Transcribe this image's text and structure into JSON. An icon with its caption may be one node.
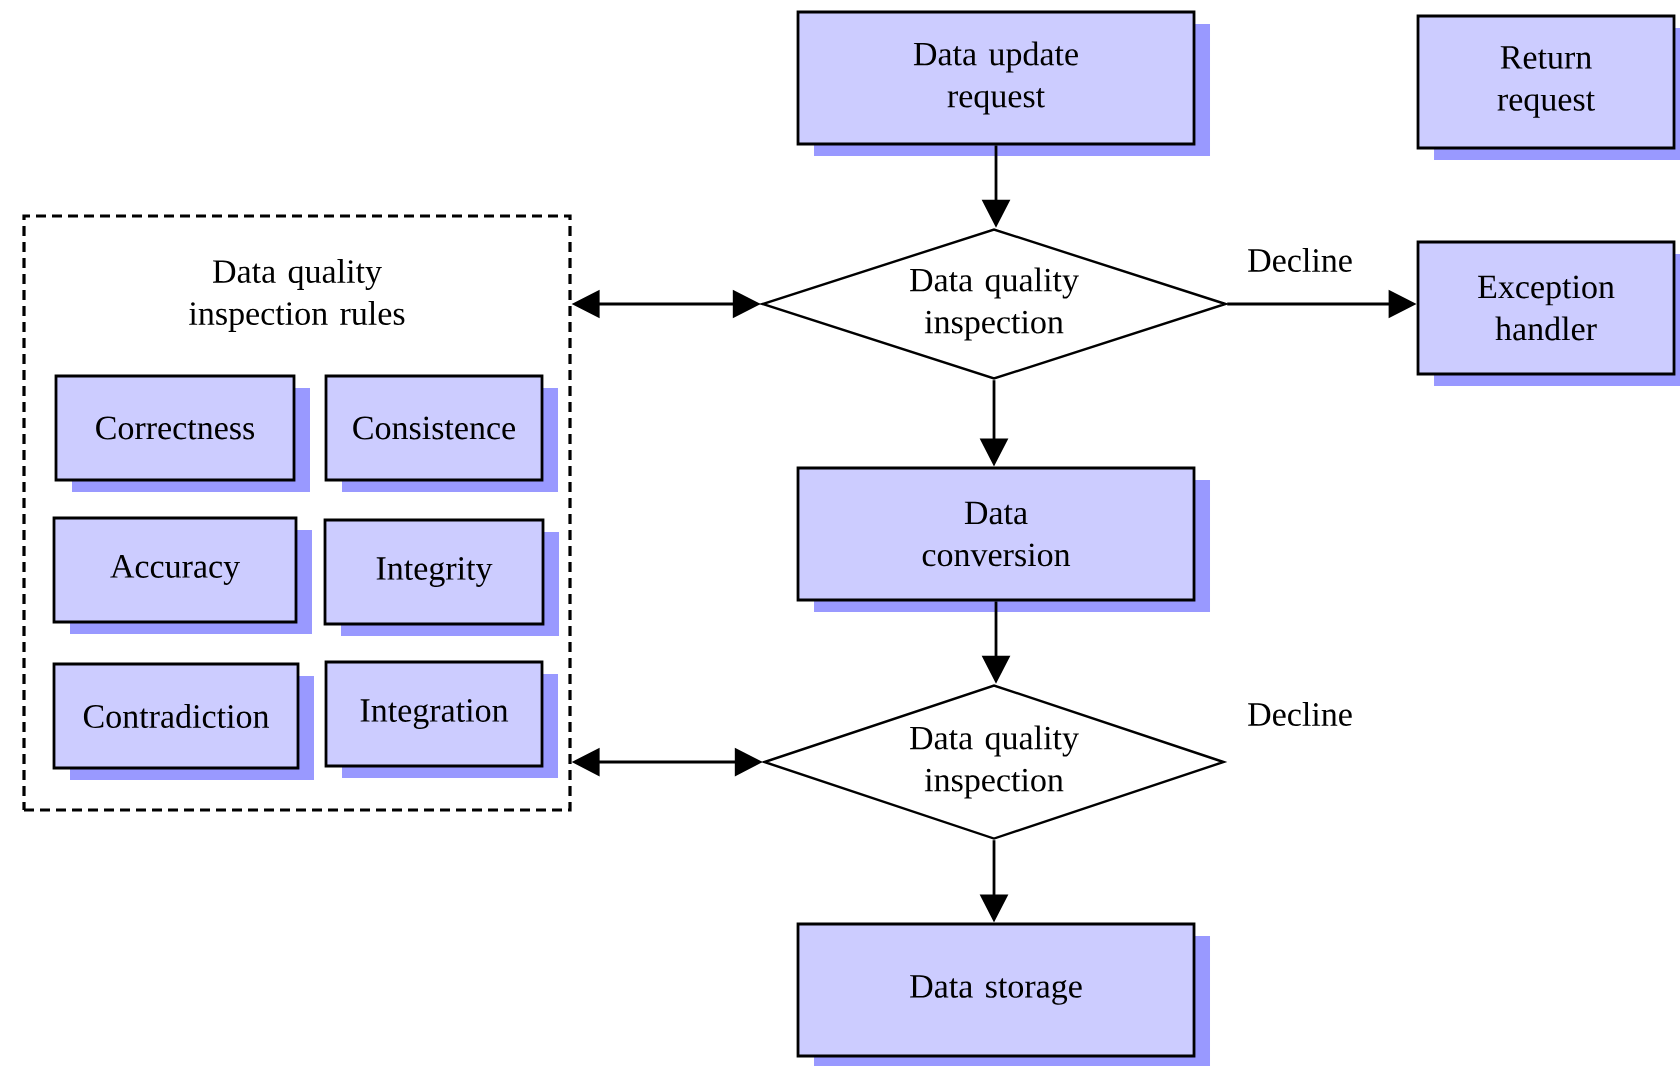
{
  "diagram": {
    "nodes": [
      {
        "text": [
          "Data quality inspection rules"
        ]
      },
      {
        "text": [
          "Correctness"
        ],
        "in": 0
      },
      {
        "text": [
          "Consistence"
        ],
        "in": 0
      },
      {
        "text": [
          "Accuracy"
        ],
        "in": 0
      },
      {
        "text": [
          "Integrity"
        ],
        "in": 0
      },
      {
        "text": [
          "Contradiction"
        ],
        "in": 0
      },
      {
        "text": [
          "Integration"
        ],
        "in": 0
      },
      {
        "text": [
          "Data update request"
        ]
      },
      {
        "text": [
          "Return request"
        ]
      },
      {
        "text": [
          "Data quality inspection"
        ]
      },
      {
        "text": [
          "Exception handler"
        ]
      },
      {
        "text": [
          "Data conversion"
        ]
      },
      {
        "text": [
          "Data quality inspection"
        ],
        "beside": [
          "Decline"
        ]
      },
      {
        "text": [
          "Data storage"
        ]
      }
    ],
    "edges": [
      {
        "from": 7,
        "to": 9,
        "arrow": "to"
      },
      {
        "from": 9,
        "to": 0,
        "arrow": "both"
      },
      {
        "from": 9,
        "to": 10,
        "arrow": "to",
        "label": "Decline"
      },
      {
        "from": 9,
        "to": 11,
        "arrow": "to"
      },
      {
        "from": 11,
        "to": 12,
        "arrow": "to"
      },
      {
        "from": 12,
        "to": 0,
        "arrow": "both"
      },
      {
        "from": 12,
        "to": 13,
        "arrow": "to"
      }
    ]
  }
}
